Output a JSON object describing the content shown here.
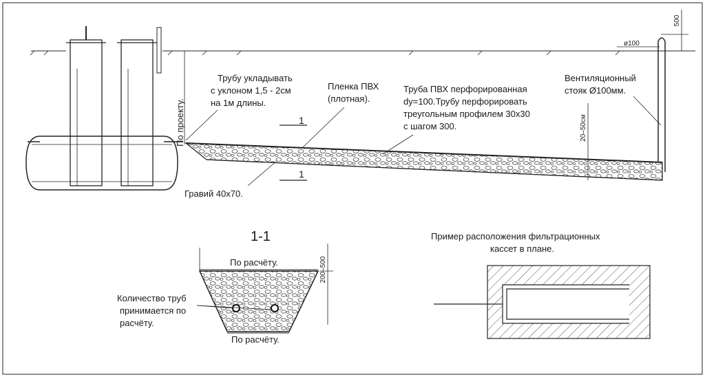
{
  "labels": {
    "po_proektu": "По проекту.",
    "slope": [
      "Трубу укладывать",
      "с уклоном 1,5 - 2см",
      "на 1м длины."
    ],
    "film": [
      "Пленка ПВХ",
      "(плотная)."
    ],
    "pipe": [
      "Труба ПВХ перфорированная",
      "dy=100.Трубу перфорировать",
      "треугольным профилем 30х30",
      "с шагом 300."
    ],
    "vent": [
      "Вентиляционный",
      "стояк Ø100мм."
    ],
    "diam": "ø100",
    "height_500": "500",
    "depth_range": "20–50см",
    "gravel": "Гравий 40х70.",
    "section_mark": "1",
    "section_title": "1-1",
    "calc_top": "По расчёту.",
    "calc_bottom": "По расчёту.",
    "section_height": "200–500",
    "pipes_count": [
      "Количество труб",
      "принимается по",
      "расчёту."
    ],
    "plan_title": [
      "Пример расположения фильтрационных",
      "кассет в плане."
    ]
  }
}
